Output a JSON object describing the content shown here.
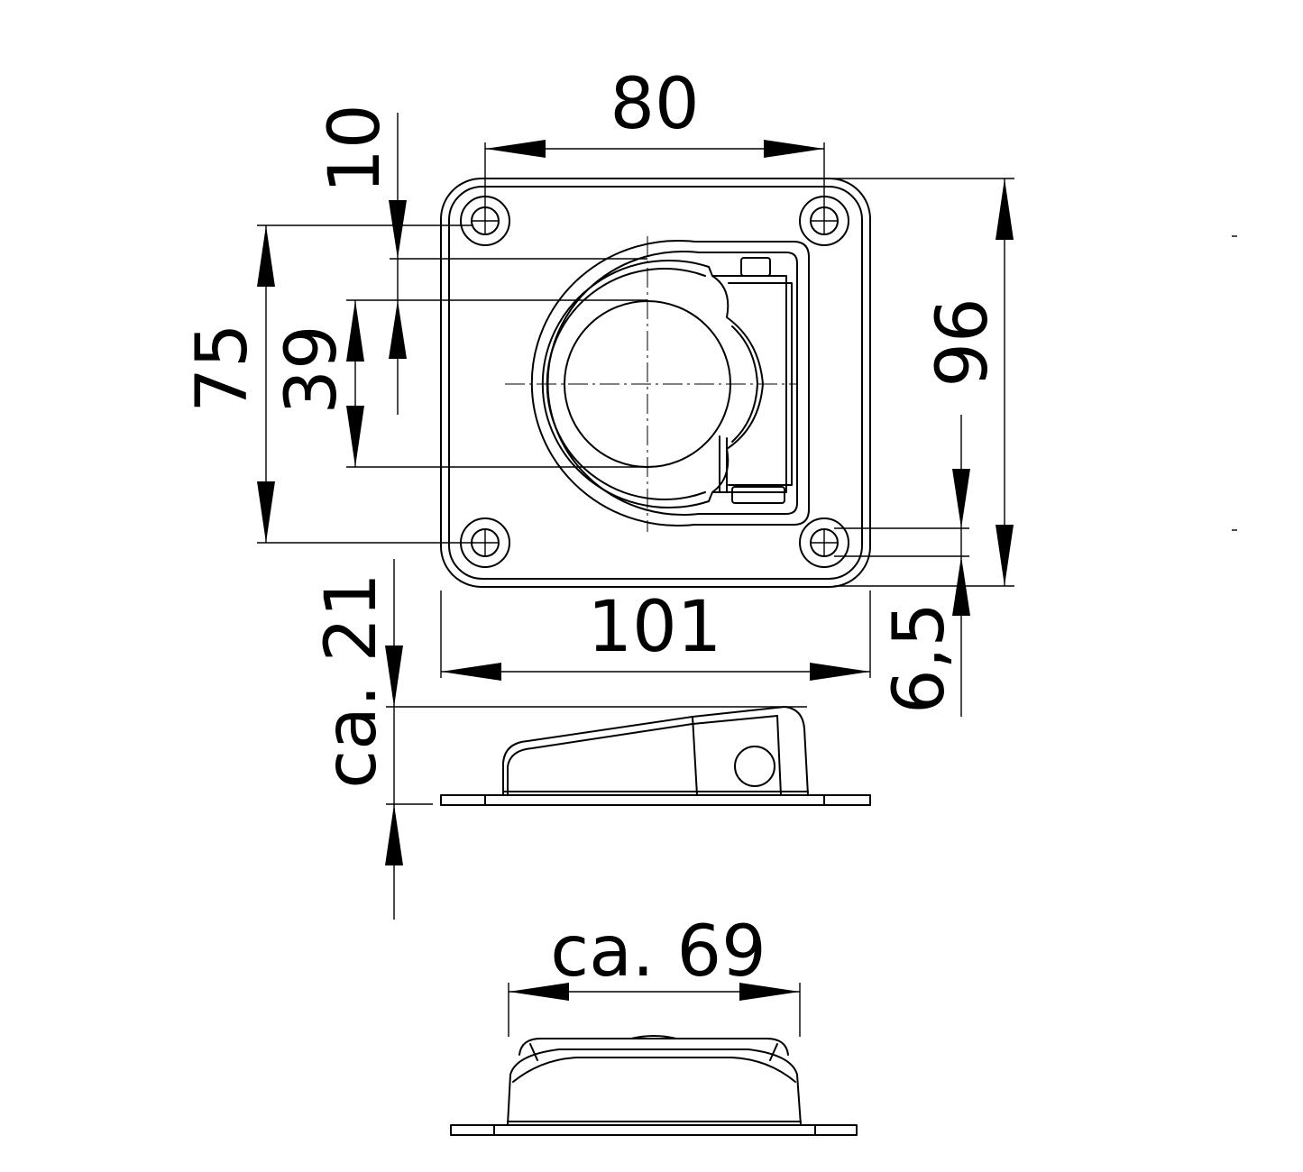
{
  "dimensions": {
    "hole_spacing_horizontal": "80",
    "hole_offset_top": "10",
    "hole_spacing_vertical": "75",
    "ring_diameter": "39",
    "plate_height": "96",
    "plate_width": "101",
    "hole_diameter": "6,5",
    "height": "ca. 21",
    "base_width": "ca. 69"
  },
  "colors": {
    "line": "#000000",
    "background": "#ffffff"
  }
}
